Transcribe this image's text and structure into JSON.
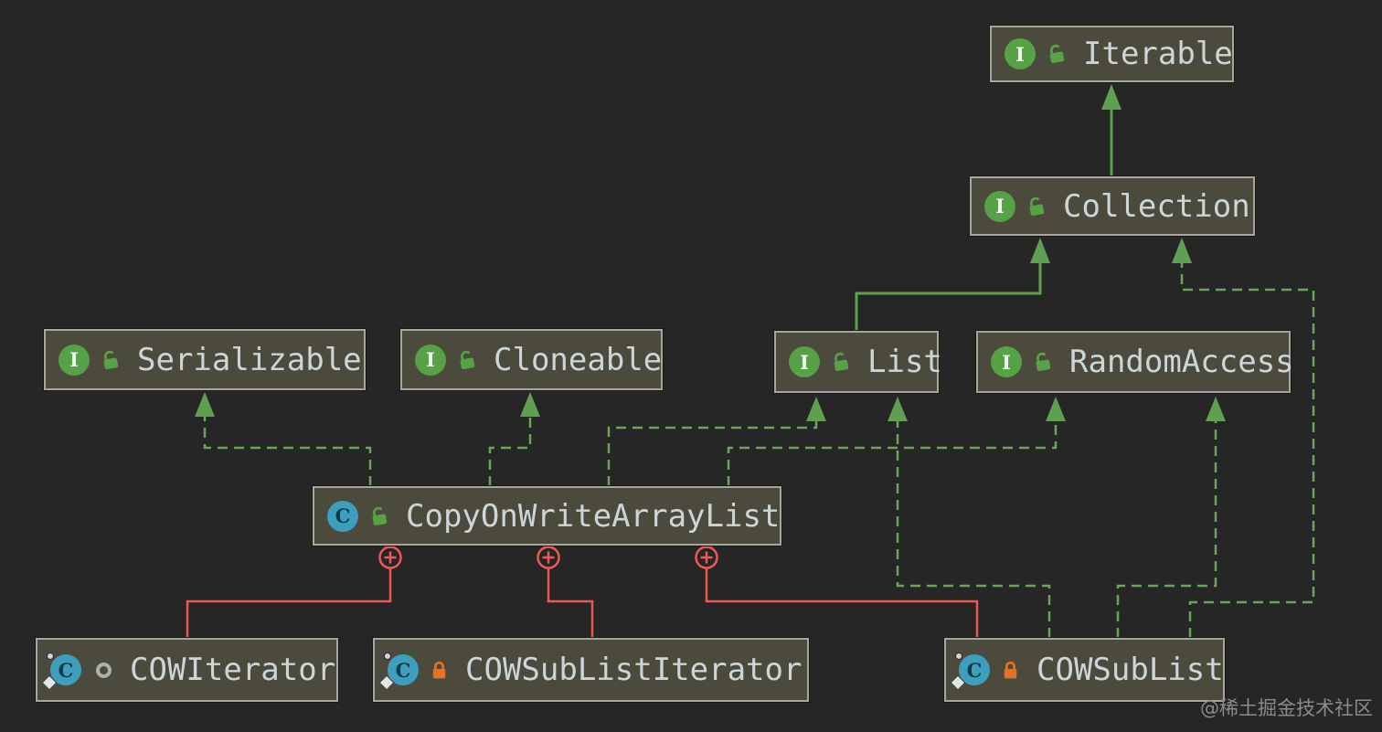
{
  "diagram_title": "CopyOnWriteArrayList class hierarchy (IDE UML diagram)",
  "glyphs": {
    "interface_letter": "I",
    "class_letter": "C"
  },
  "colors": {
    "background": "#262626",
    "node_fill": "#4b4a3c",
    "node_border": "#a7a79e",
    "node_text": "#ccd6da",
    "edge_green": "#5ea04f",
    "edge_green_dashed": "#6ba45a",
    "edge_red": "#ef5955",
    "interface_icon_green": "#57a147",
    "class_icon_blue": "#3d9fbd",
    "public_lock_green": "#57a147",
    "private_lock_orange": "#e0722c"
  },
  "nodes": {
    "iterable": {
      "label": "Iterable",
      "kind": "interface",
      "visibility": "public"
    },
    "collection": {
      "label": "Collection",
      "kind": "interface",
      "visibility": "public"
    },
    "serializable": {
      "label": "Serializable",
      "kind": "interface",
      "visibility": "public"
    },
    "cloneable": {
      "label": "Cloneable",
      "kind": "interface",
      "visibility": "public"
    },
    "list": {
      "label": "List",
      "kind": "interface",
      "visibility": "public"
    },
    "randomaccess": {
      "label": "RandomAccess",
      "kind": "interface",
      "visibility": "public"
    },
    "cow": {
      "label": "CopyOnWriteArrayList",
      "kind": "class",
      "visibility": "public"
    },
    "cowiterator": {
      "label": "COWIterator",
      "kind": "static-class",
      "visibility": "package-local"
    },
    "cowsublistiterator": {
      "label": "COWSubListIterator",
      "kind": "static-class",
      "visibility": "private"
    },
    "cowsublist": {
      "label": "COWSubList",
      "kind": "static-class",
      "visibility": "private"
    }
  },
  "edges": [
    {
      "from": "collection",
      "to": "iterable",
      "type": "extends-solid"
    },
    {
      "from": "list",
      "to": "collection",
      "type": "extends-solid"
    },
    {
      "from": "cow",
      "to": "serializable",
      "type": "implements-dashed"
    },
    {
      "from": "cow",
      "to": "cloneable",
      "type": "implements-dashed"
    },
    {
      "from": "cow",
      "to": "list",
      "type": "implements-dashed"
    },
    {
      "from": "cow",
      "to": "randomaccess",
      "type": "implements-dashed"
    },
    {
      "from": "cowsublist",
      "to": "list",
      "type": "implements-dashed"
    },
    {
      "from": "cowsublist",
      "to": "randomaccess",
      "type": "implements-dashed"
    },
    {
      "from": "cowsublist",
      "to": "collection",
      "type": "implements-dashed"
    },
    {
      "from": "cow",
      "to": "cowiterator",
      "type": "inner-class-red"
    },
    {
      "from": "cow",
      "to": "cowsublistiterator",
      "type": "inner-class-red"
    },
    {
      "from": "cow",
      "to": "cowsublist",
      "type": "inner-class-red"
    }
  ],
  "watermark": "@稀土掘金技术社区"
}
